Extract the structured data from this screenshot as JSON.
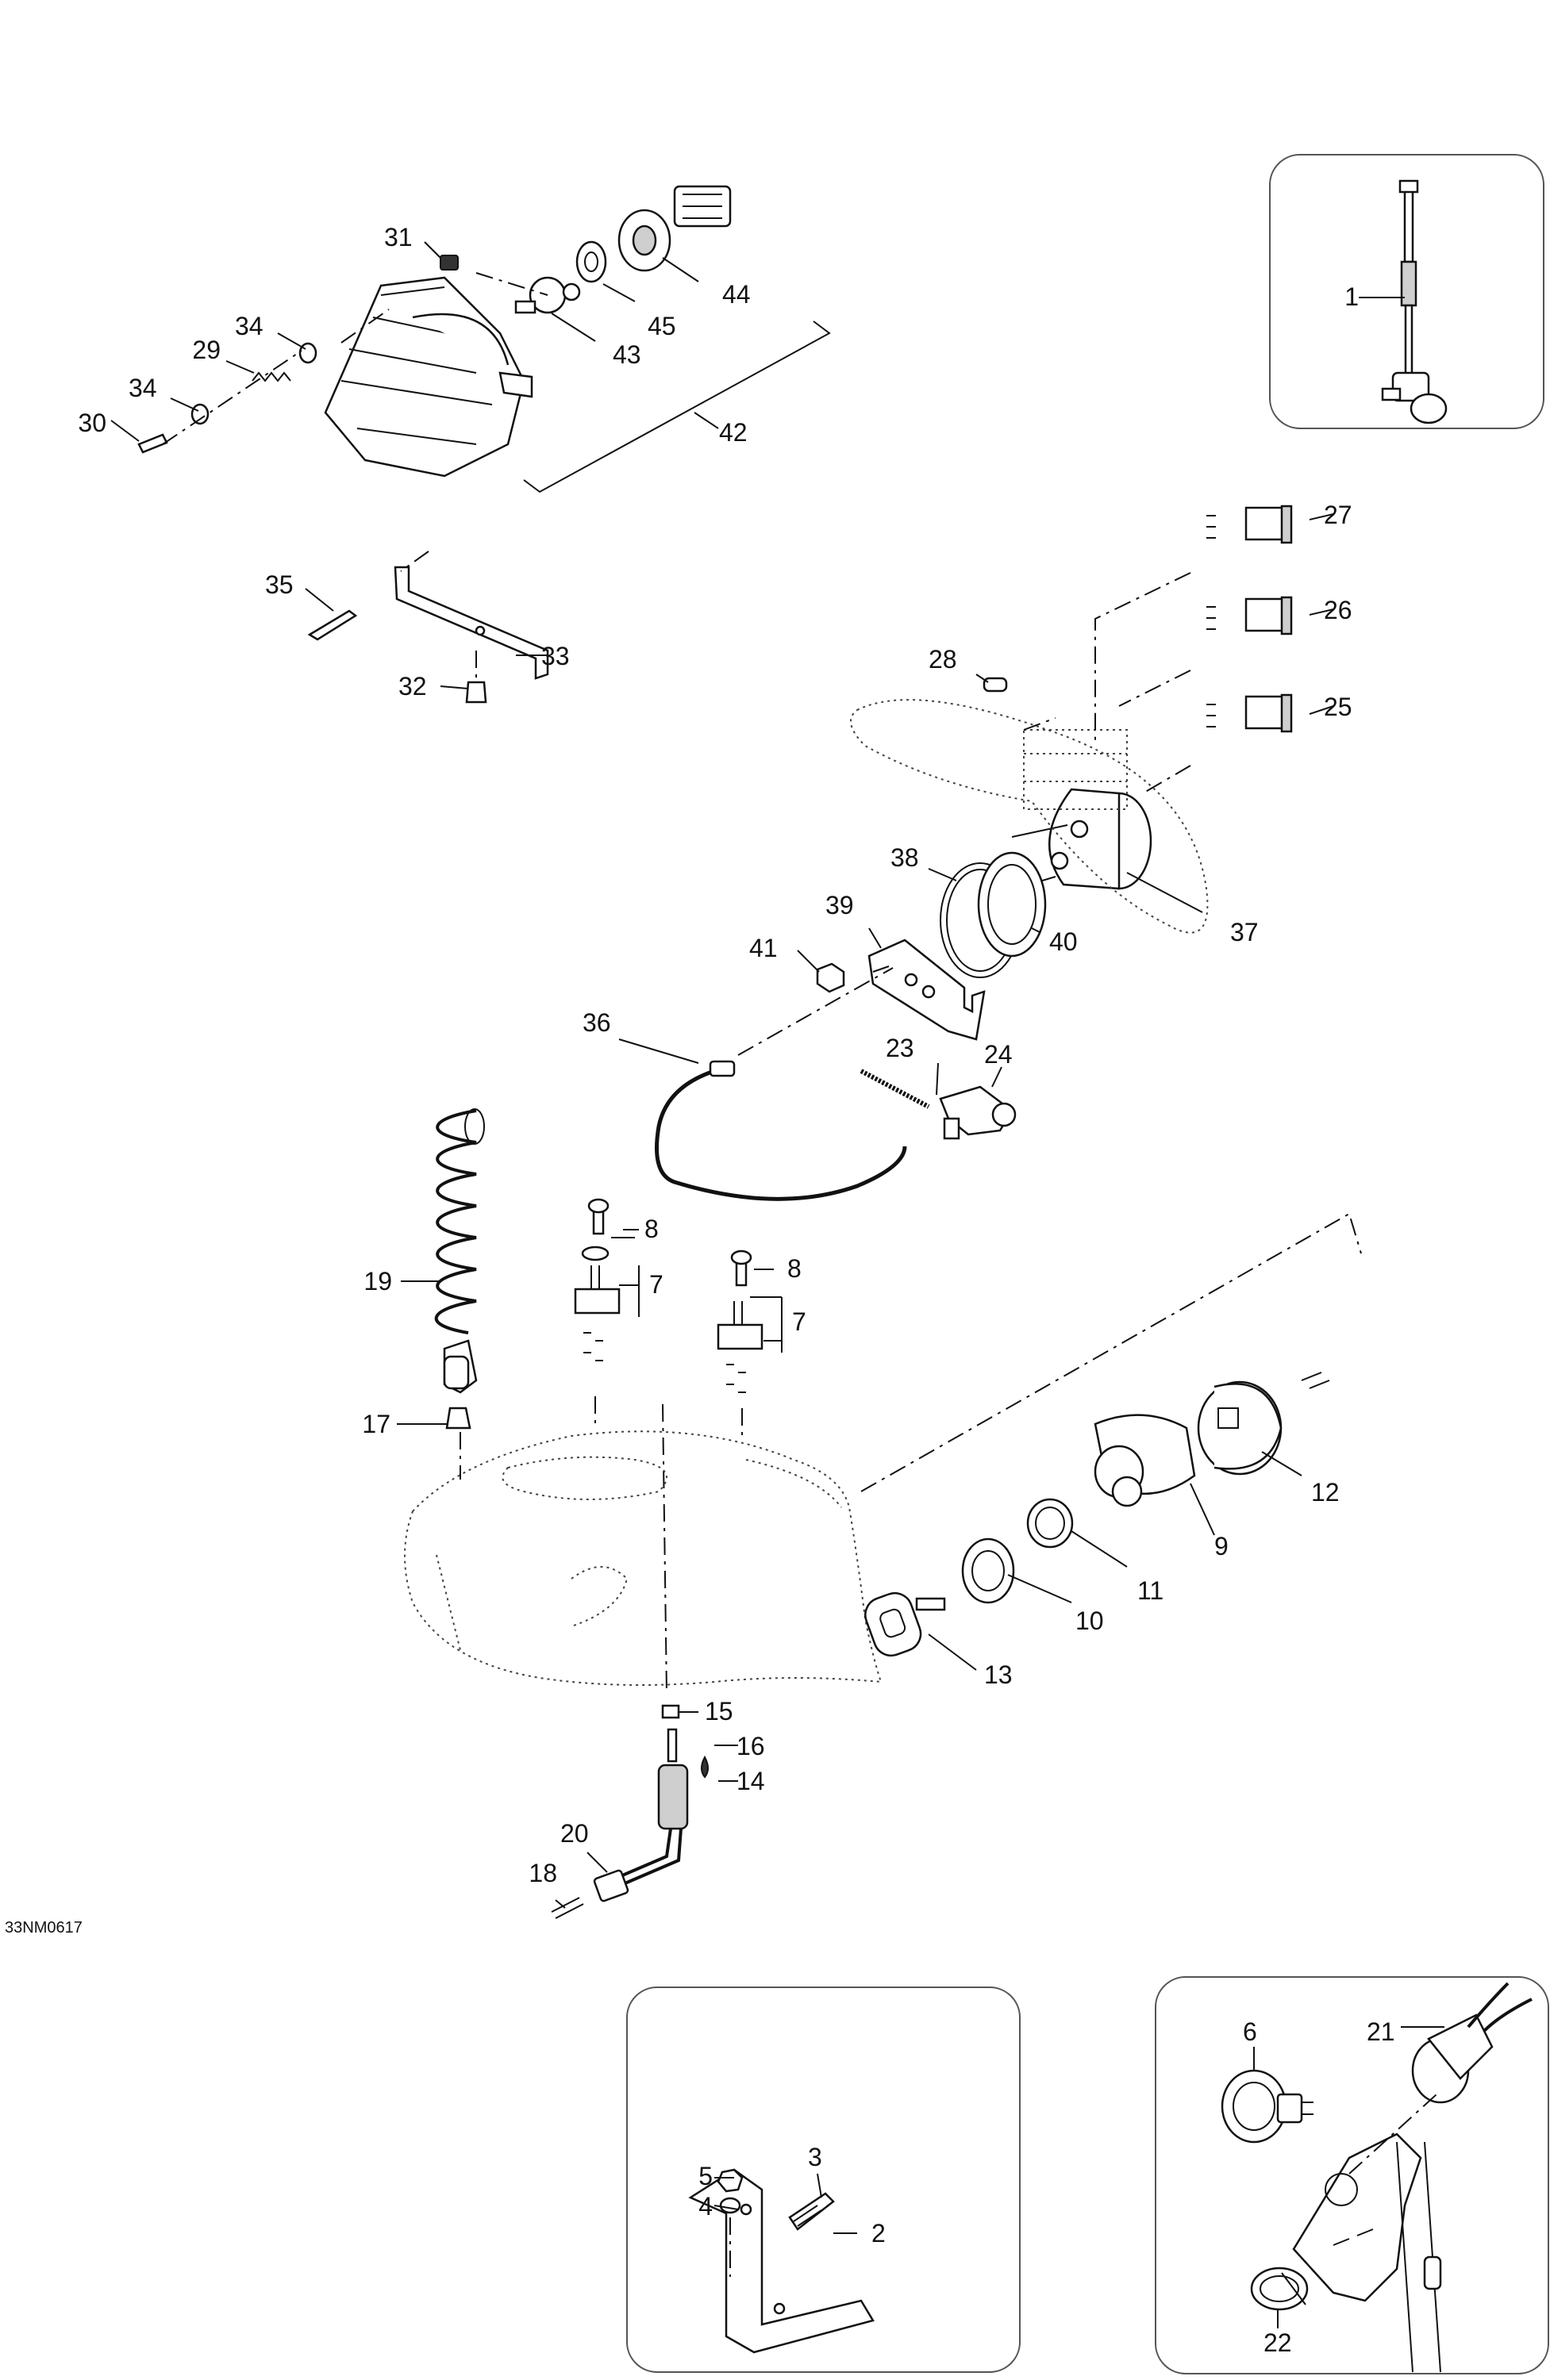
{
  "diagram": {
    "code": "33NM0617",
    "callouts": [
      "1",
      "2",
      "3",
      "4",
      "5",
      "6",
      "7",
      "7",
      "8",
      "8",
      "9",
      "10",
      "11",
      "12",
      "13",
      "14",
      "15",
      "16",
      "17",
      "18",
      "19",
      "20",
      "21",
      "22",
      "23",
      "24",
      "25",
      "26",
      "27",
      "28",
      "29",
      "30",
      "31",
      "32",
      "33",
      "34",
      "34",
      "35",
      "36",
      "37",
      "38",
      "39",
      "40",
      "41",
      "42",
      "43",
      "44",
      "45"
    ]
  }
}
